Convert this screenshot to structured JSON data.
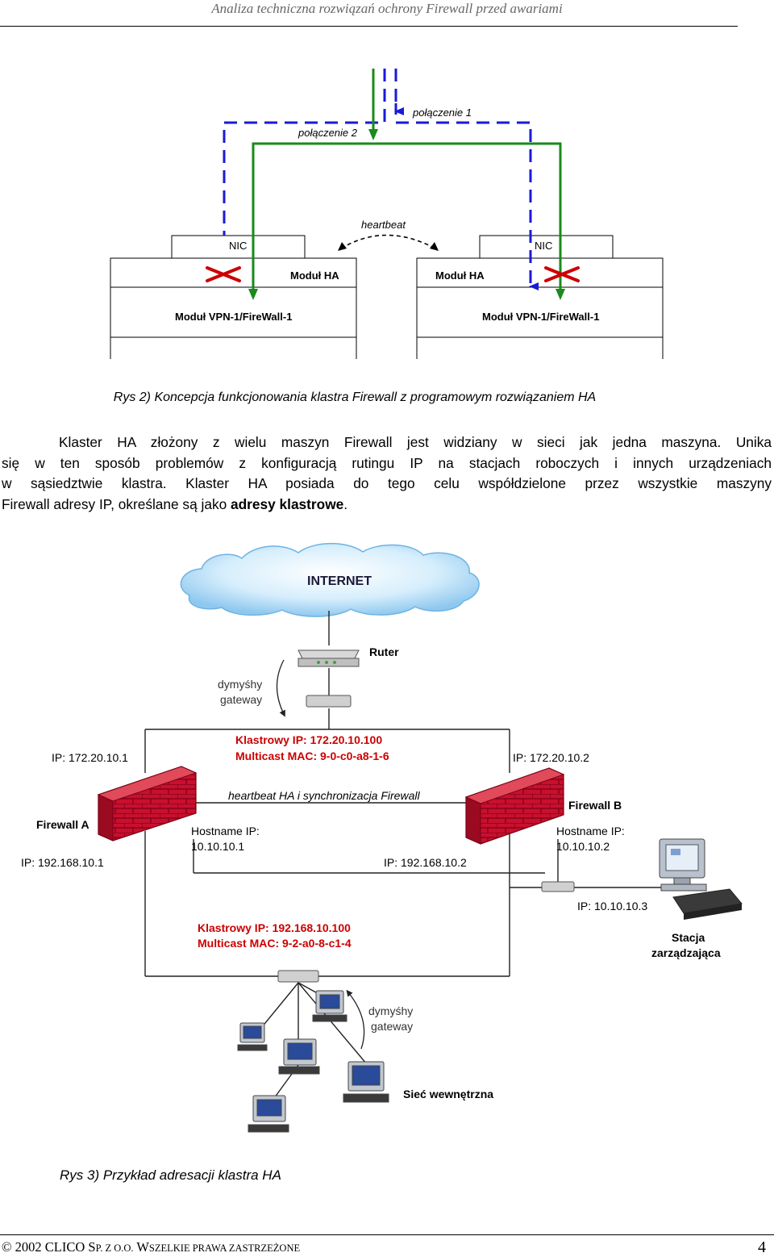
{
  "header": {
    "title": "Analiza techniczna rozwiązań ochrony Firewall przed awariami"
  },
  "fig2": {
    "conn1": "połączenie 1",
    "conn2": "połączenie 2",
    "heartbeat": "heartbeat",
    "nic_left": "NIC",
    "nic_right": "NIC",
    "ha_left": "Moduł HA",
    "ha_right": "Moduł HA",
    "vpn_left": "Moduł VPN-1/FireWall-1",
    "vpn_right": "Moduł VPN-1/FireWall-1",
    "caption": "Rys 2) Koncepcja funkcjonowania klastra Firewall z programowym rozwiązaniem HA",
    "colors": {
      "dashed": "#1a1ad6",
      "solid": "#1a8a1a",
      "cross": "#cc0000"
    }
  },
  "paragraph": {
    "lines": [
      "Klaster HA złożony z wielu maszyn Firewall jest widziany w sieci jak jedna maszyna. Unika",
      "się w ten sposób problemów z konfiguracją rutingu IP na stacjach roboczych i innych urządzeniach",
      "w sąsiedztwie klastra. Klaster HA posiada do tego celu współdzielone przez wszystkie maszyny"
    ],
    "last_line_prefix": "Firewall adresy IP, określane są jako ",
    "last_line_bold": "adresy klastrowe",
    "last_line_suffix": "."
  },
  "fig3": {
    "internet": "INTERNET",
    "router": "Ruter",
    "smoky_gateway_top_1": "dymyśhy",
    "smoky_gateway_top_2": "gateway",
    "cluster_ext_ip": "Klastrowy IP:  172.20.10.100",
    "cluster_ext_mac": "Multicast MAC:  9-0-c0-a8-1-6",
    "fw_a_ext_ip": "IP: 172.20.10.1",
    "fw_b_ext_ip": "IP: 172.20.10.2",
    "heartbeat_sync": "heartbeat HA i synchronizacja Firewall",
    "fw_a_label": "Firewall A",
    "fw_b_label": "Firewall B",
    "fw_a_hostname_1": "Hostname IP:",
    "fw_a_hostname_2": "10.10.10.1",
    "fw_b_hostname_1": "Hostname IP:",
    "fw_b_hostname_2": "10.10.10.2",
    "fw_a_int_ip": "IP: 192.168.10.1",
    "fw_b_int_ip": "IP: 192.168.10.2",
    "mgmt_ip": "IP: 10.10.10.3",
    "mgmt_label_1": "Stacja",
    "mgmt_label_2": "zarządzająca",
    "cluster_int_ip": "Klastrowy IP:  192.168.10.100",
    "cluster_int_mac": "Multicast MAC:  9-2-a0-8-c1-4",
    "smoky_gateway_bottom_1": "dymyśhy",
    "smoky_gateway_bottom_2": "gateway",
    "internal_net": "Sieć wewnętrzna",
    "caption": "Rys 3) Przykład adresacji klastra HA",
    "colors": {
      "red_text": "#cc0000",
      "cloud": "#bfe2f7",
      "firewall": "#c8102e"
    }
  },
  "footer": {
    "copyright_symbol": "©",
    "year_company": "2002 CLICO S",
    "p_small": "P",
    "z_o_o": ". Z O.O.",
    "w_cap": "W",
    "rights": "SZELKIE PRAWA ZASTRZEŻONE",
    "page": "4"
  }
}
